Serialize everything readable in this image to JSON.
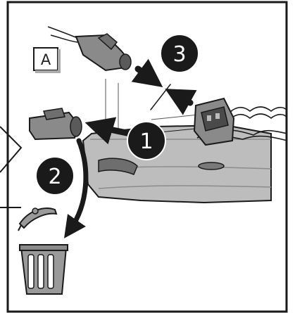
{
  "figure": {
    "part_label": "A",
    "steps": [
      {
        "number": "1"
      },
      {
        "number": "2"
      },
      {
        "number": "3"
      }
    ],
    "colors": {
      "outline": "#1a1a1a",
      "engine_fill": "#bdbdbd",
      "connector_fill": "#8a8a8a",
      "step_badge": "#1a1a1a",
      "trash_fill": "#9a9a9a"
    },
    "icons": [
      "connector-a-icon",
      "replacement-connector-icon",
      "trash-bin-icon",
      "bin-lid-icon"
    ]
  }
}
